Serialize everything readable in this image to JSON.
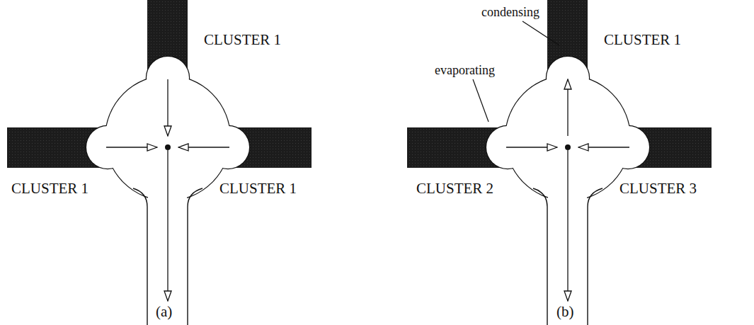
{
  "diagram": {
    "labels": [
      "CLUSTER 1",
      "CLUSTER 1",
      "CLUSTER 1",
      "(a)",
      "condensing",
      "CLUSTER 1",
      "evaporating",
      "CLUSTER 2",
      "CLUSTER 3",
      "(b)"
    ]
  }
}
